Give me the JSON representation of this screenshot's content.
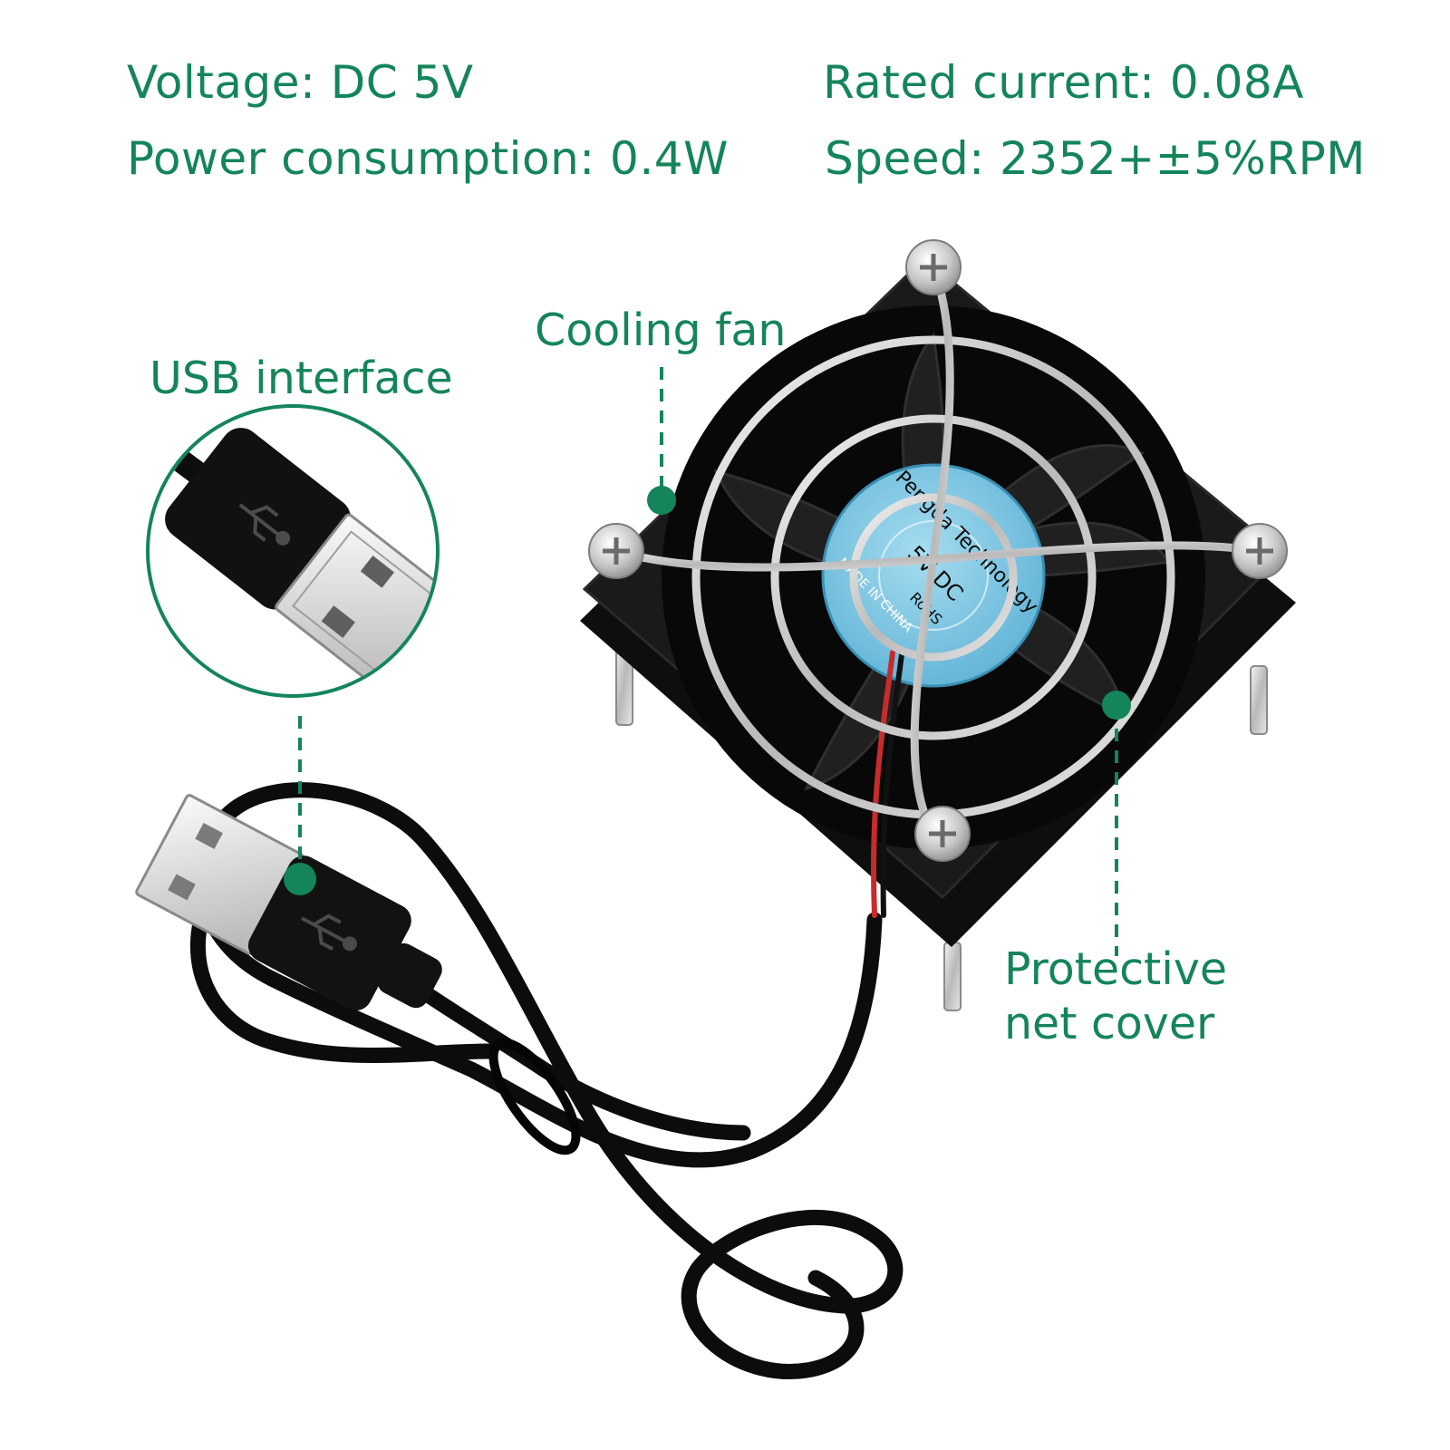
{
  "specs": {
    "voltage": "Voltage: DC 5V",
    "current": "Rated current: 0.08A",
    "power": "Power consumption: 0.4W",
    "speed": "Speed: 2352+±5%RPM"
  },
  "callouts": {
    "usb_interface": "USB interface",
    "cooling_fan": "Cooling fan",
    "protective_cover_line1": "Protective",
    "protective_cover_line2": "net cover"
  },
  "fan_label": {
    "line1": "Pengda Technology",
    "line2": "5V-DC",
    "line3": "RoHS",
    "line4": "MADE IN CHINA"
  },
  "colors": {
    "accent": "#14855a",
    "background": "#ffffff",
    "fan_body": "#161616",
    "hub_sticker": "#7cc7e3"
  }
}
